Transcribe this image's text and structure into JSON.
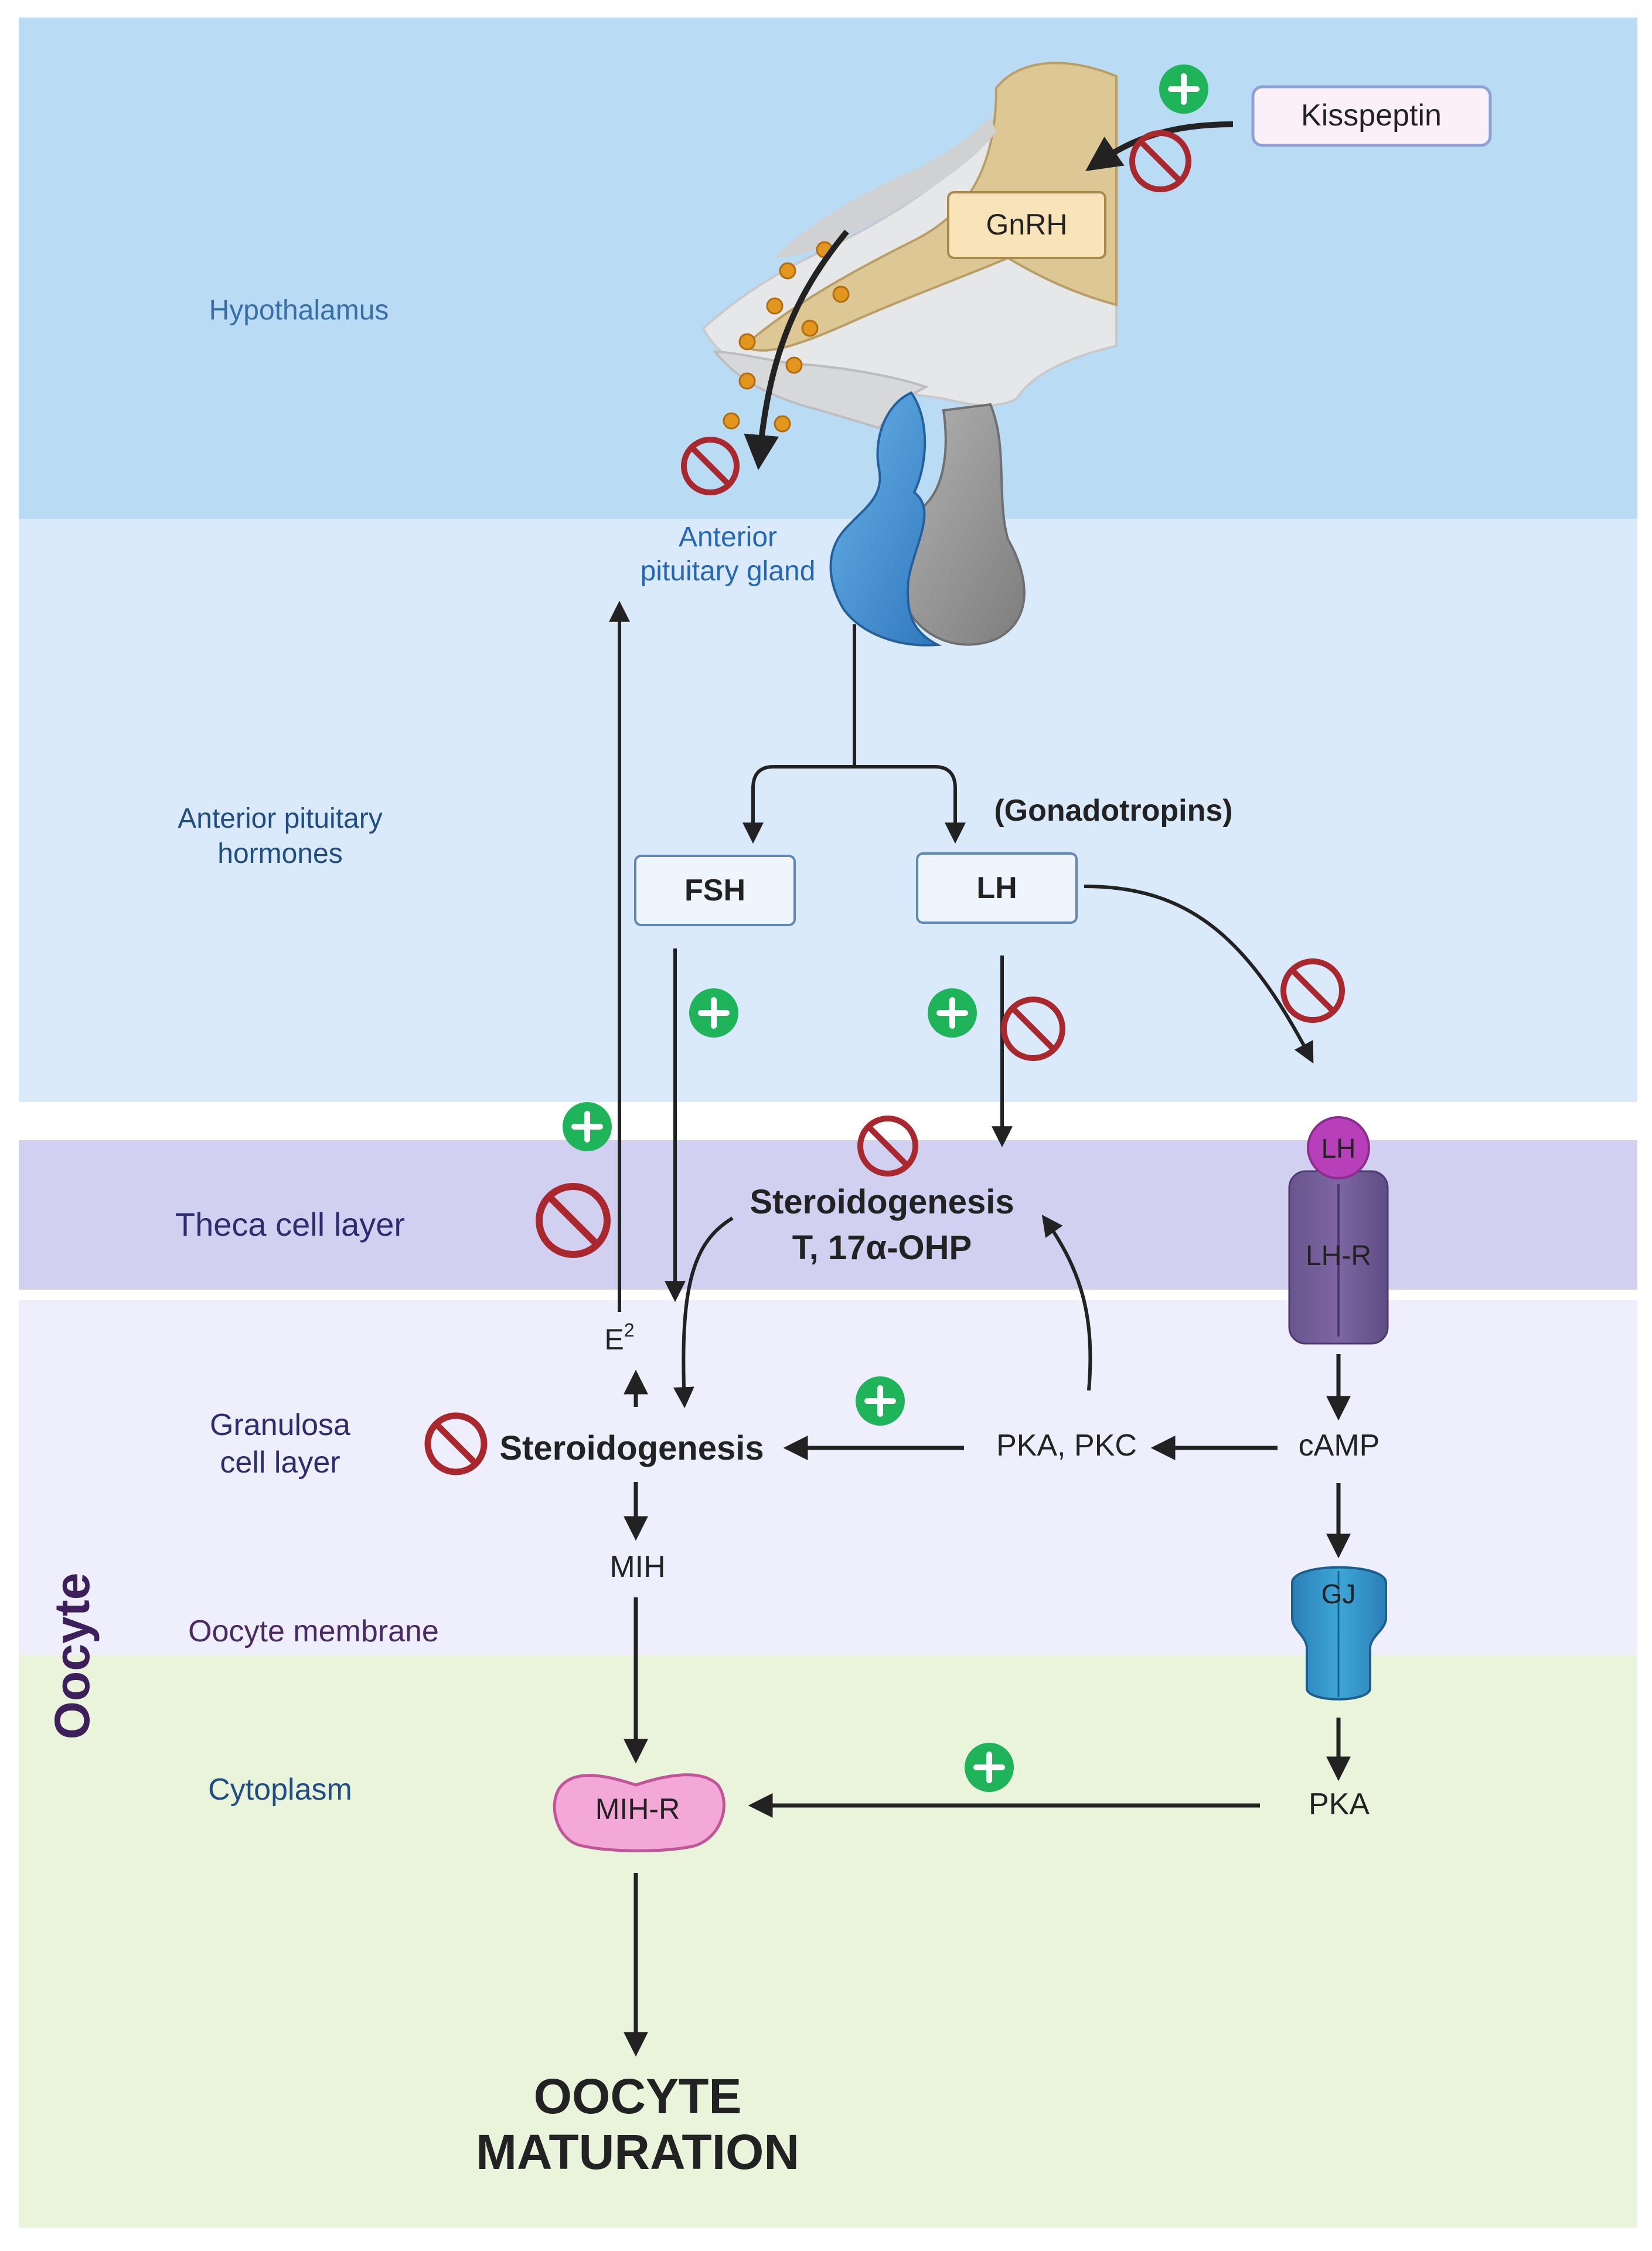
{
  "regions": {
    "hypothalamus": "Hypothalamus",
    "anterior_pituitary_gland": [
      "Anterior",
      "pituitary gland"
    ],
    "anterior_pituitary_hormones": [
      "Anterior pituitary",
      "hormones"
    ],
    "theca_cell_layer": "Theca cell layer",
    "granulosa_cell_layer": [
      "Granulosa",
      "cell layer"
    ],
    "oocyte_membrane": "Oocyte membrane",
    "cytoplasm": "Cytoplasm",
    "oocyte_side": "Oocyte"
  },
  "nodes": {
    "kisspeptin": "Kisspeptin",
    "gnrh": "GnRH",
    "gonadotropins": "(Gonadotropins)",
    "fsh": "FSH",
    "lh": "LH",
    "lh_ligand": "LH",
    "lh_receptor": "LH-R",
    "theca_steroidogenesis": [
      "Steroidogenesis",
      "T, 17α-OHP"
    ],
    "e2_base": "E",
    "e2_sup": "2",
    "granulosa_steroidogenesis": "Steroidogenesis",
    "pka_pkc": "PKA, PKC",
    "camp": "cAMP",
    "gap_junction": "GJ",
    "mih": "MIH",
    "mih_receptor": "MIH-R",
    "pka": "PKA",
    "outcome": [
      "OOCYTE",
      "MATURATION"
    ]
  },
  "colors": {
    "hypothalamus_band": "#b9dbf4",
    "pituitary_band": "#dbeafb",
    "theca_band": "#d1d0f0",
    "granulosa_band": "#eeeefc",
    "cytoplasm_band": "#eaf4da",
    "stimulate": "#1fb35a",
    "inhibit": "#a8282e",
    "kisspeptin_text": "#d63a8a",
    "outcome_text": "#4b3c99",
    "oocyte_side_text": "#3d1f5c"
  },
  "icons": {
    "stimulate": "plus-circle-icon",
    "inhibit": "prohibited-icon"
  }
}
